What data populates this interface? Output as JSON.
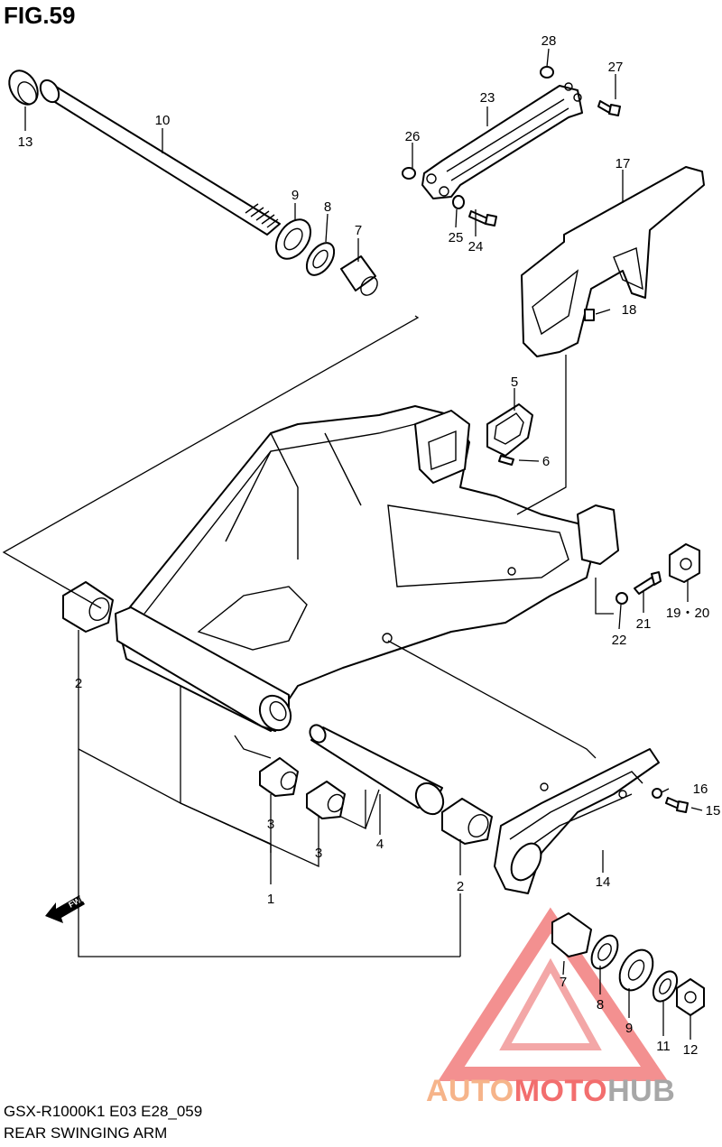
{
  "figure": {
    "title": "FIG.59"
  },
  "footer": {
    "code": "GSX-R1000K1 E03 E28_059",
    "name": "REAR SWINGING ARM"
  },
  "fwd_label": "FWD",
  "watermark": {
    "part1": "AUTO",
    "part2": "MOTO",
    "part3": "HUB",
    "colors": {
      "auto": "#f6b48a",
      "moto": "#f26e6e",
      "hub": "#a7a7a7"
    }
  },
  "callouts": [
    {
      "id": "c28",
      "text": "28"
    },
    {
      "id": "c27",
      "text": "27"
    },
    {
      "id": "c23",
      "text": "23"
    },
    {
      "id": "c26",
      "text": "26"
    },
    {
      "id": "c17",
      "text": "17"
    },
    {
      "id": "c25",
      "text": "25"
    },
    {
      "id": "c24",
      "text": "24"
    },
    {
      "id": "c18",
      "text": "18"
    },
    {
      "id": "c13",
      "text": "13"
    },
    {
      "id": "c10",
      "text": "10"
    },
    {
      "id": "c9a",
      "text": "9"
    },
    {
      "id": "c8a",
      "text": "8"
    },
    {
      "id": "c7a",
      "text": "7"
    },
    {
      "id": "c5",
      "text": "5"
    },
    {
      "id": "c6",
      "text": "6"
    },
    {
      "id": "c1920",
      "text": "19・20"
    },
    {
      "id": "c21",
      "text": "21"
    },
    {
      "id": "c22",
      "text": "22"
    },
    {
      "id": "c2a",
      "text": "2"
    },
    {
      "id": "c16",
      "text": "16"
    },
    {
      "id": "c15",
      "text": "15"
    },
    {
      "id": "c14",
      "text": "14"
    },
    {
      "id": "c3a",
      "text": "3"
    },
    {
      "id": "c3b",
      "text": "3"
    },
    {
      "id": "c4",
      "text": "4"
    },
    {
      "id": "c2b",
      "text": "2"
    },
    {
      "id": "c1",
      "text": "1"
    },
    {
      "id": "c7b",
      "text": "7"
    },
    {
      "id": "c8b",
      "text": "8"
    },
    {
      "id": "c9b",
      "text": "9"
    },
    {
      "id": "c11",
      "text": "11"
    },
    {
      "id": "c12",
      "text": "12"
    }
  ]
}
